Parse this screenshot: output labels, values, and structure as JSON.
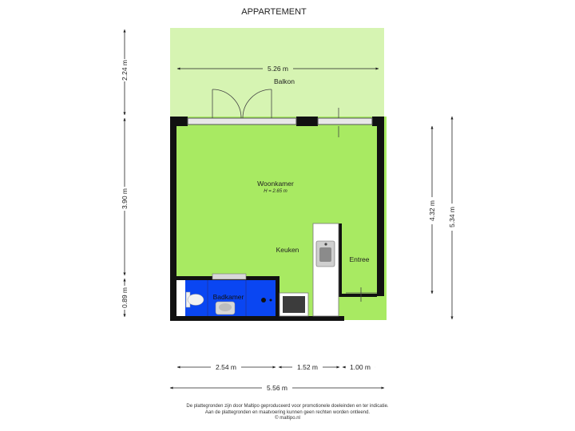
{
  "title": "APPARTEMENT",
  "rooms": {
    "balcony": "Balkon",
    "living": "Woonkamer",
    "living_height": "H = 2.65 m",
    "kitchen": "Keuken",
    "entrance": "Entree",
    "bathroom": "Badkamer"
  },
  "dimensions": {
    "balcony_width": "5.26 m",
    "balcony_depth": "2.24 m",
    "living_depth": "3.90 m",
    "bathroom_depth": "0.89 m",
    "right_inner": "4.32 m",
    "right_outer": "5.34 m",
    "bottom_segment_1": "2.54 m",
    "bottom_segment_2": "1.52 m",
    "bottom_segment_3": "1.00 m",
    "total_width": "5.56 m"
  },
  "colors": {
    "interior": "#a8ea62",
    "balcony": "#d6f4b2",
    "bathroom": "#0a46f2",
    "wall": "#111111"
  },
  "disclaimer": [
    "De plattegronden zijn door Maltipo geproduceerd voor promotionele doeleinden en ter indicatie.",
    "Aan de plattegronden en maatvoering kunnen geen rechten worden ontleend.",
    "© maltipo.nl"
  ]
}
